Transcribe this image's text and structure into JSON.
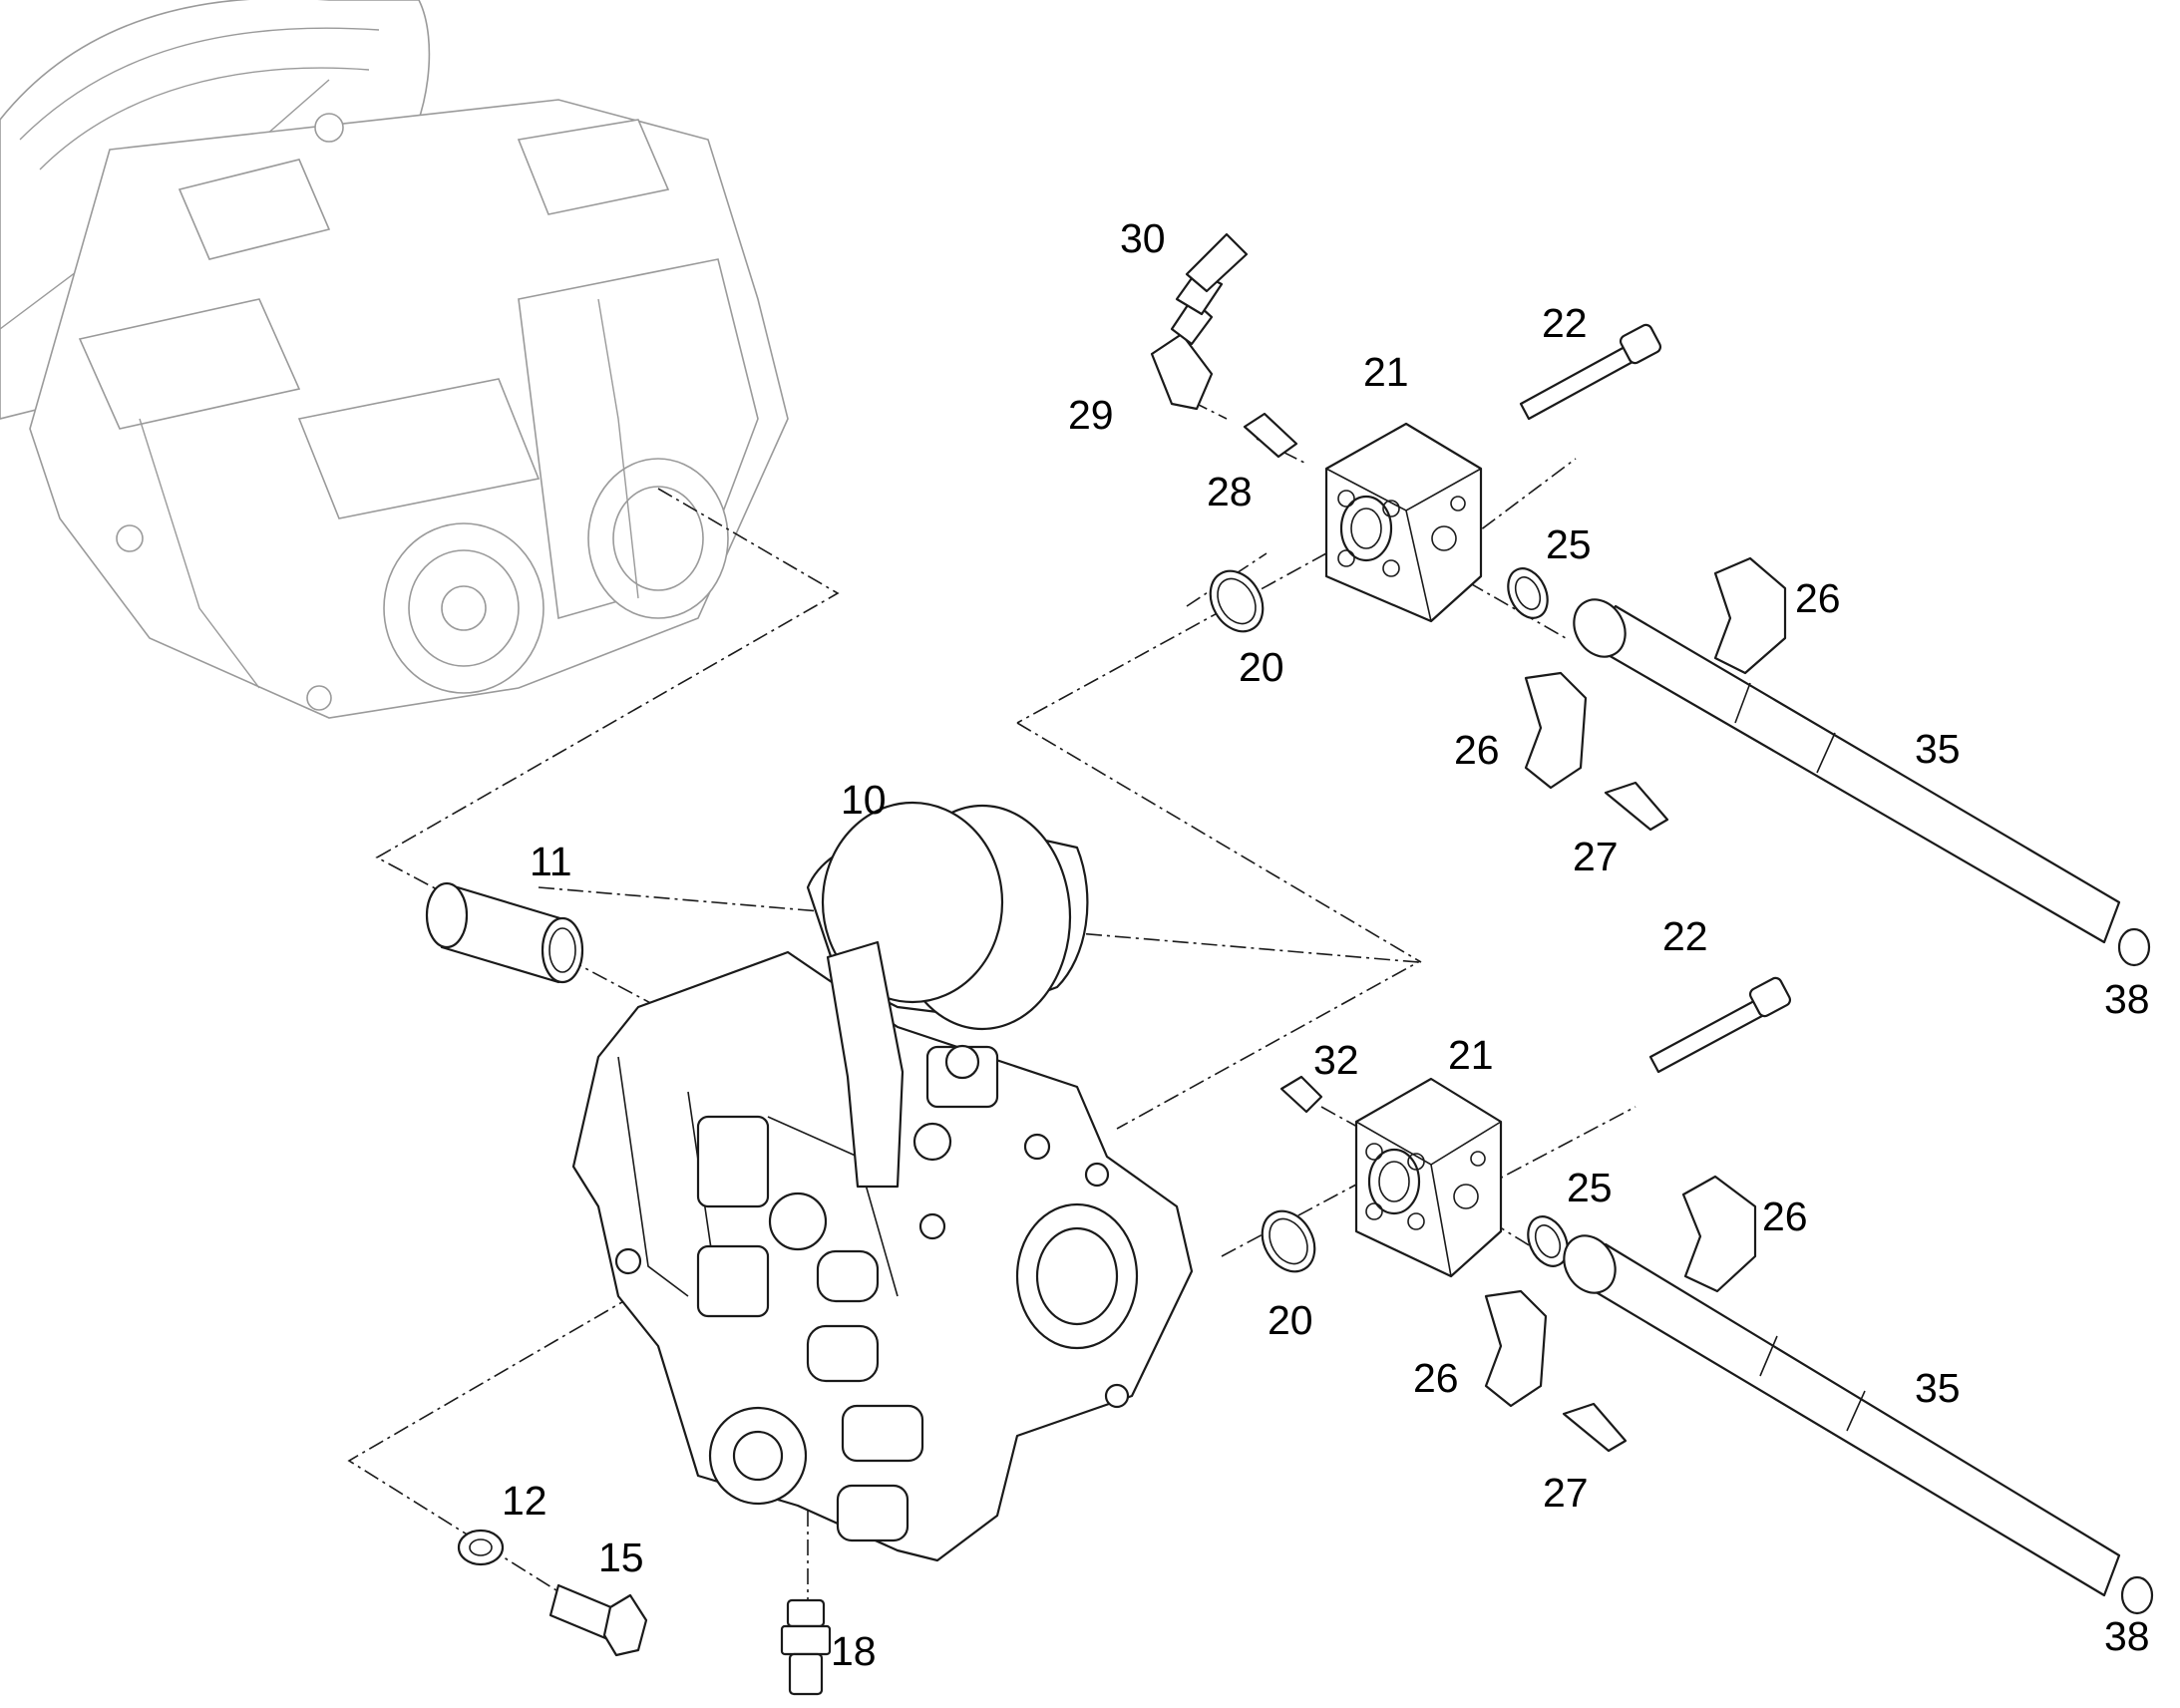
{
  "callouts": {
    "c10": "10",
    "c11": "11",
    "c12": "12",
    "c15": "15",
    "c18": "18",
    "c20a": "20",
    "c20b": "20",
    "c21a": "21",
    "c21b": "21",
    "c22a": "22",
    "c22b": "22",
    "c25a": "25",
    "c25b": "25",
    "c26a": "26",
    "c26b": "26",
    "c26c": "26",
    "c26d": "26",
    "c27a": "27",
    "c27b": "27",
    "c28": "28",
    "c29": "29",
    "c30": "30",
    "c32": "32",
    "c35a": "35",
    "c35b": "35",
    "c38a": "38",
    "c38b": "38"
  },
  "colors": {
    "ink": "#1a1a1a",
    "background_assembly": "#9a9a9a",
    "paper": "#ffffff"
  }
}
